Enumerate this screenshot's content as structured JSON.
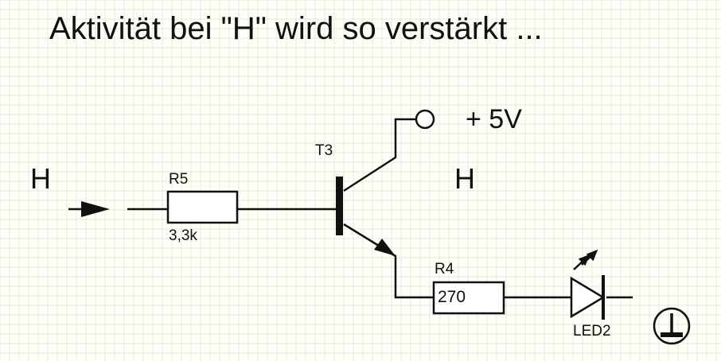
{
  "title": "Aktivität bei \"H\" wird so verstärkt ...",
  "input_label": "H",
  "output_label": "H",
  "supply_label": "+ 5V",
  "components": {
    "r5": {
      "name": "R5",
      "value": "3,3k"
    },
    "t3": {
      "name": "T3"
    },
    "r4": {
      "name": "R4",
      "value": "270"
    },
    "led": {
      "name": "LED2"
    }
  },
  "colors": {
    "wire": "#111111",
    "background": "#fffff5",
    "grid": "#e6e6e6"
  },
  "icons": [
    "arrow-right-icon",
    "ground-icon",
    "light-emission-icon"
  ]
}
